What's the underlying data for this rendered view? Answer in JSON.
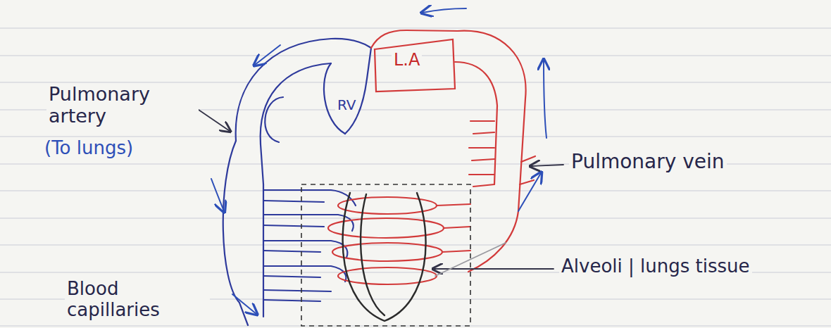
{
  "diagram": {
    "labels": [
      "L.A",
      "RV",
      "Pulmonary artery",
      "(To lungs)",
      "Pulmonary vein",
      "Alveoli | lungs tissue",
      "Blood capillaries"
    ]
  }
}
